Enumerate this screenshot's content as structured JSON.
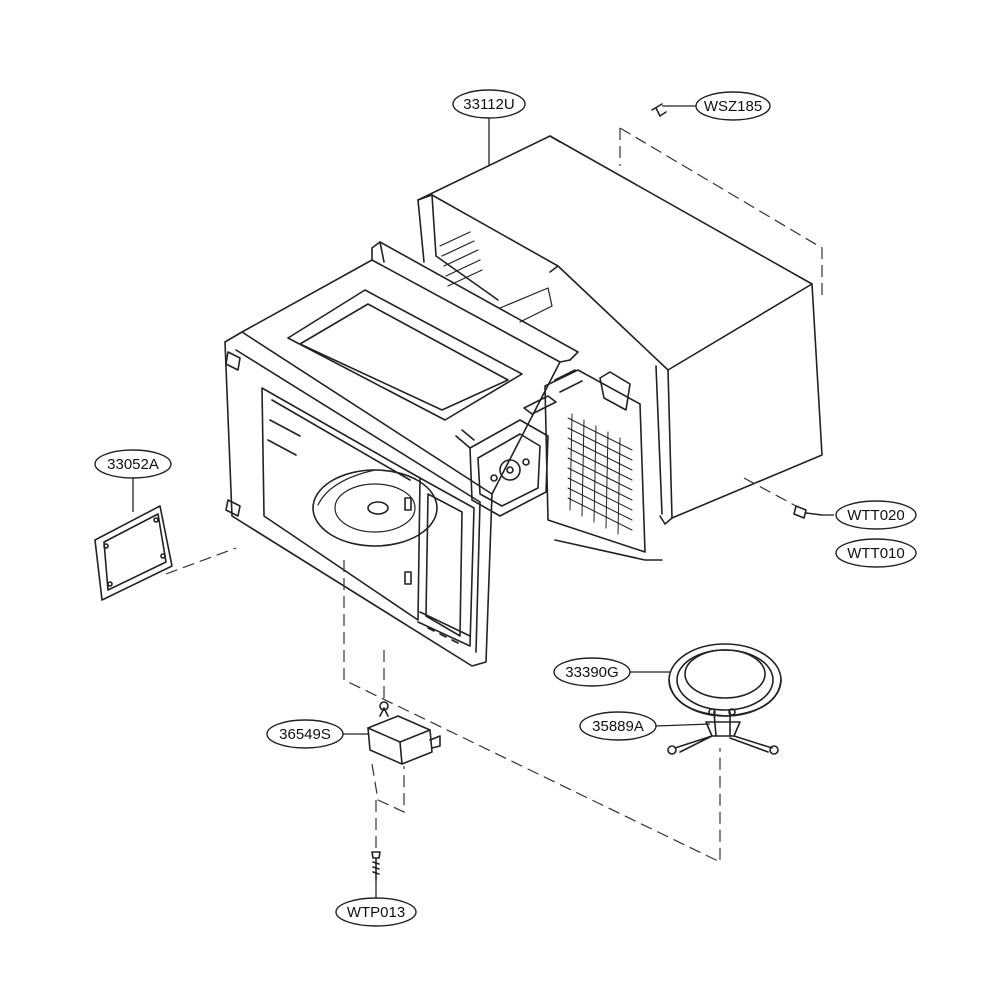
{
  "colors": {
    "line": "#222222",
    "dash": "#333333",
    "background": "#ffffff"
  },
  "parts": {
    "outer_case": "33112U",
    "case_screw_top": "WSZ185",
    "case_screw_side_a": "WTT020",
    "case_screw_side_b": "WTT010",
    "cover_plate": "33052A",
    "glass_tray": "33390G",
    "roller_rest": "35889A",
    "turntable_motor": "36549S",
    "motor_screw": "WTP013"
  }
}
